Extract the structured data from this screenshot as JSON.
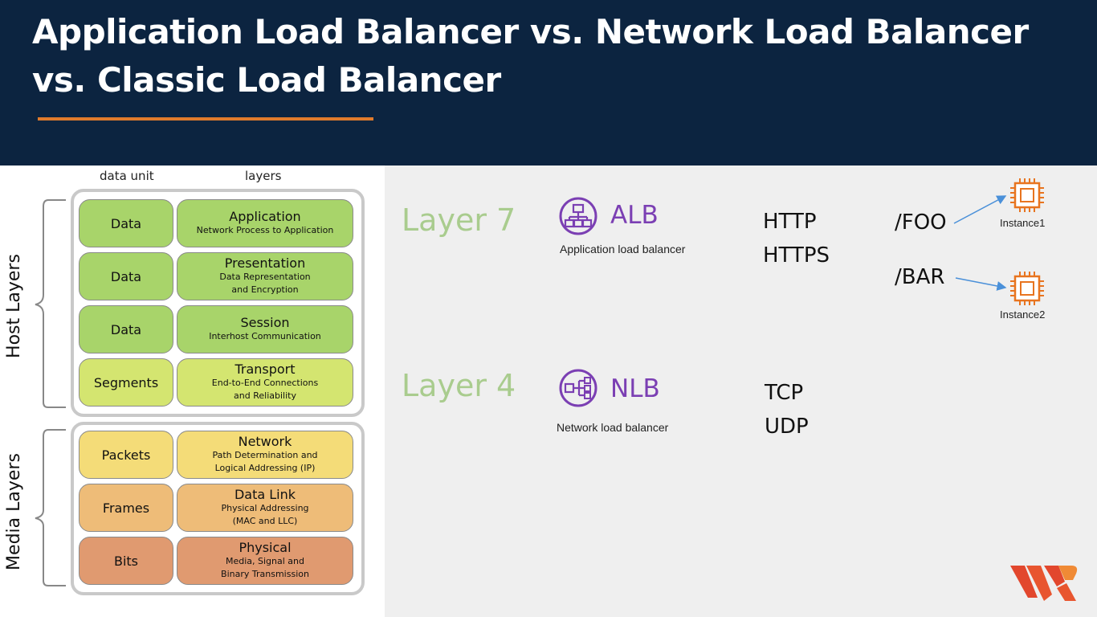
{
  "slide": {
    "title": "Application Load Balancer vs. Network Load Balancer vs. Classic Load Balancer"
  },
  "osi": {
    "col_data_unit": "data unit",
    "col_layers": "layers",
    "host_label": "Host Layers",
    "media_label": "Media Layers",
    "rows": [
      {
        "unit": "Data",
        "name": "Application",
        "desc": [
          "Network Process to Application"
        ],
        "color": "#a8d46a"
      },
      {
        "unit": "Data",
        "name": "Presentation",
        "desc": [
          "Data Representation",
          "and Encryption"
        ],
        "color": "#a8d46a"
      },
      {
        "unit": "Data",
        "name": "Session",
        "desc": [
          "Interhost Communication"
        ],
        "color": "#a8d46a"
      },
      {
        "unit": "Segments",
        "name": "Transport",
        "desc": [
          "End-to-End Connections",
          "and Reliability"
        ],
        "color": "#d4e570"
      },
      {
        "unit": "Packets",
        "name": "Network",
        "desc": [
          "Path Determination and",
          "Logical Addressing (IP)"
        ],
        "color": "#f4dc78"
      },
      {
        "unit": "Frames",
        "name": "Data Link",
        "desc": [
          "Physical Addressing",
          "(MAC and LLC)"
        ],
        "color": "#eebc78"
      },
      {
        "unit": "Bits",
        "name": "Physical",
        "desc": [
          "Media, Signal and",
          "Binary Transmission"
        ],
        "color": "#e09a70"
      }
    ]
  },
  "layer7": {
    "label": "Layer 7",
    "lb_name": "ALB",
    "lb_sub": "Application load balancer",
    "icon": "application-load-balancer-icon",
    "protocols": [
      "HTTP",
      "HTTPS"
    ],
    "routes": [
      {
        "path": "/FOO",
        "target": "Instance1"
      },
      {
        "path": "/BAR",
        "target": "Instance2"
      }
    ]
  },
  "layer4": {
    "label": "Layer 4",
    "lb_name": "NLB",
    "lb_sub": "Network load balancer",
    "icon": "network-load-balancer-icon",
    "protocols": [
      "TCP",
      "UDP"
    ]
  },
  "colors": {
    "header_bg": "#0c2440",
    "accent_rule": "#e07b2c",
    "layer_label": "#a9cc8e",
    "lb_purple": "#7b3fb3",
    "instance_orange": "#e8741f",
    "arrow_blue": "#4a90d9"
  },
  "logo": {
    "name": "brand-logo"
  }
}
